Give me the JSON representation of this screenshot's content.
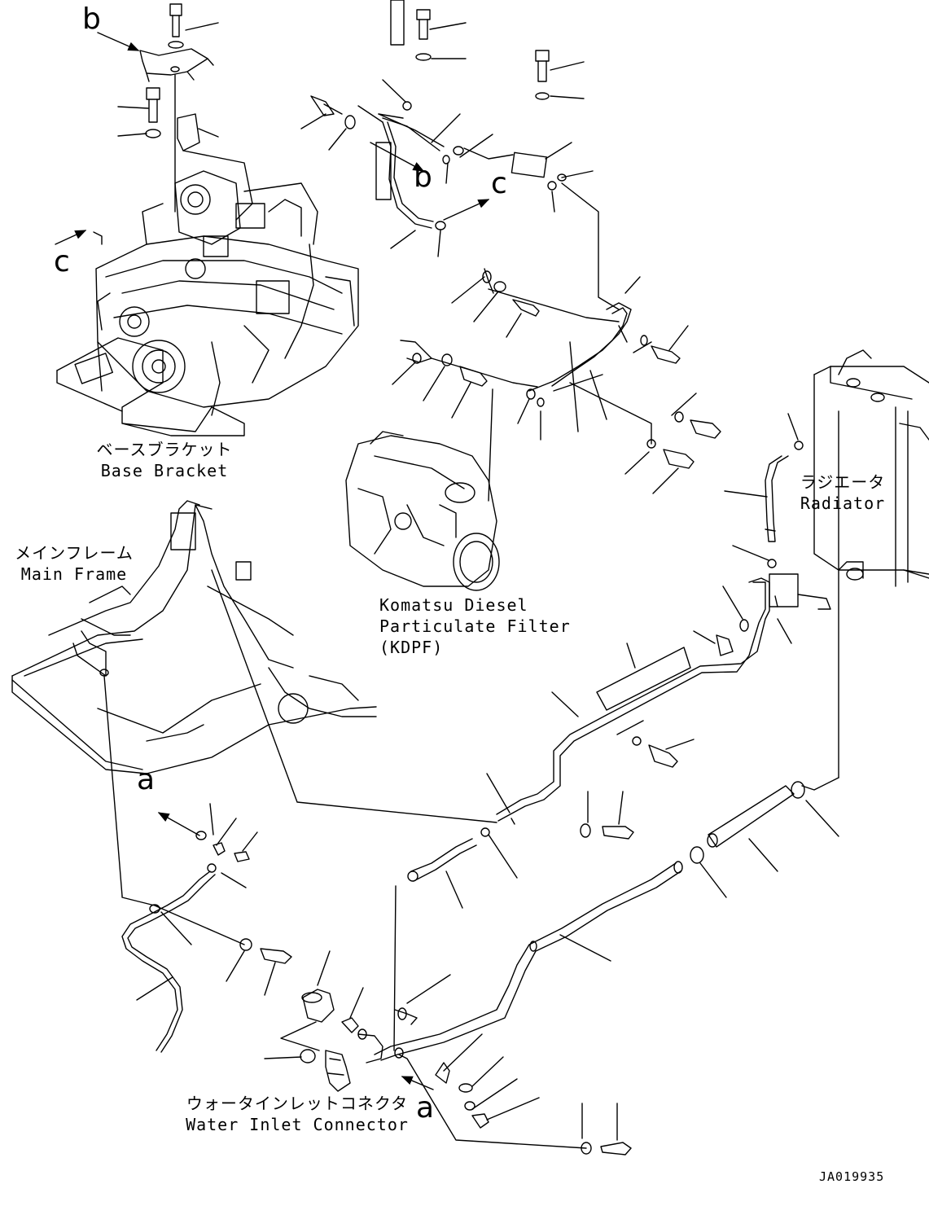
{
  "labels": {
    "base_bracket_ja": "ベースブラケット",
    "base_bracket_en": "Base Bracket",
    "radiator_ja": "ラジエータ",
    "radiator_en": "Radiator",
    "main_frame_ja": "メインフレーム",
    "main_frame_en": "Main Frame",
    "kdpf_line1": "Komatsu Diesel",
    "kdpf_line2": "Particulate Filter",
    "kdpf_line3": "(KDPF)",
    "water_inlet_ja": "ウォータインレットコネクタ",
    "water_inlet_en": "Water Inlet Connector"
  },
  "callouts": {
    "a_arrow_upper": "a",
    "a_arrow_lower": "a",
    "b_arrow_top": "b",
    "b_arrow_mid": "b",
    "c_arrow_left": "c",
    "c_arrow_mid": "c"
  },
  "figure_id": "JA019935",
  "colors": {
    "ink": "#000000",
    "paper": "#ffffff"
  }
}
